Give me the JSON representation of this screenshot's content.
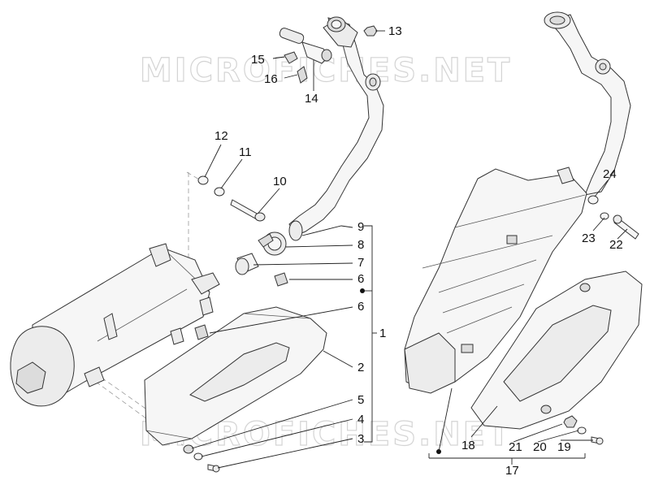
{
  "watermark": "MICROFICHES.NET",
  "callouts": [
    {
      "id": "13",
      "text": "13"
    },
    {
      "id": "15",
      "text": "15"
    },
    {
      "id": "16",
      "text": "16"
    },
    {
      "id": "14",
      "text": "14"
    },
    {
      "id": "12",
      "text": "12"
    },
    {
      "id": "11",
      "text": "11"
    },
    {
      "id": "10",
      "text": "10"
    },
    {
      "id": "9",
      "text": "9"
    },
    {
      "id": "8",
      "text": "8"
    },
    {
      "id": "7",
      "text": "7"
    },
    {
      "id": "6a",
      "text": "6"
    },
    {
      "id": "6b",
      "text": "6"
    },
    {
      "id": "1",
      "text": "1"
    },
    {
      "id": "2",
      "text": "2"
    },
    {
      "id": "5",
      "text": "5"
    },
    {
      "id": "4",
      "text": "4"
    },
    {
      "id": "3",
      "text": "3"
    },
    {
      "id": "24",
      "text": "24"
    },
    {
      "id": "23",
      "text": "23"
    },
    {
      "id": "22",
      "text": "22"
    },
    {
      "id": "18",
      "text": "18"
    },
    {
      "id": "21",
      "text": "21"
    },
    {
      "id": "20",
      "text": "20"
    },
    {
      "id": "19",
      "text": "19"
    },
    {
      "id": "17",
      "text": "17"
    }
  ]
}
